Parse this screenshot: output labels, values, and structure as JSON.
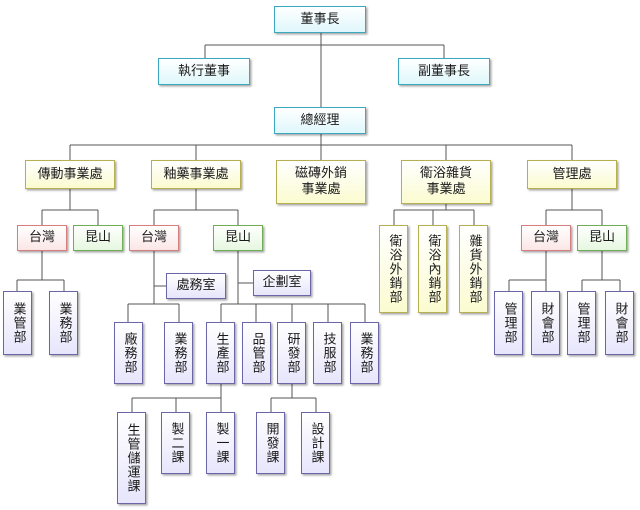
{
  "chairman": "董事長",
  "executive_director": "執行董事",
  "vice_chairman": "副董事長",
  "general_manager": "總經理",
  "divisions": {
    "transmission": "傳動事業處",
    "glaze": "釉藥事業處",
    "tile_export": "磁磚外銷\n事業處",
    "sanitary_goods": "衛浴雜貨\n事業處",
    "management": "管理處"
  },
  "locations": {
    "taiwan": "台灣",
    "kunshan": "昆山"
  },
  "units": {
    "biz_mgmt": "業管部",
    "sales": "業務部",
    "admin_office": "處務室",
    "planning_office": "企劃室",
    "factory_affairs": "廠務部",
    "production": "生產部",
    "qc": "品管部",
    "rd": "研發部",
    "tech_service": "技服部",
    "sanitary_export": "衛浴外銷部",
    "sanitary_domestic": "衛浴內銷部",
    "goods_export": "雜貨外銷部",
    "mgmt_dept": "管理部",
    "finance": "財會部",
    "prod_storage": "生管儲運課",
    "mfg2": "製二課",
    "mfg1": "製一課",
    "dev": "開發課",
    "design": "設計課"
  }
}
